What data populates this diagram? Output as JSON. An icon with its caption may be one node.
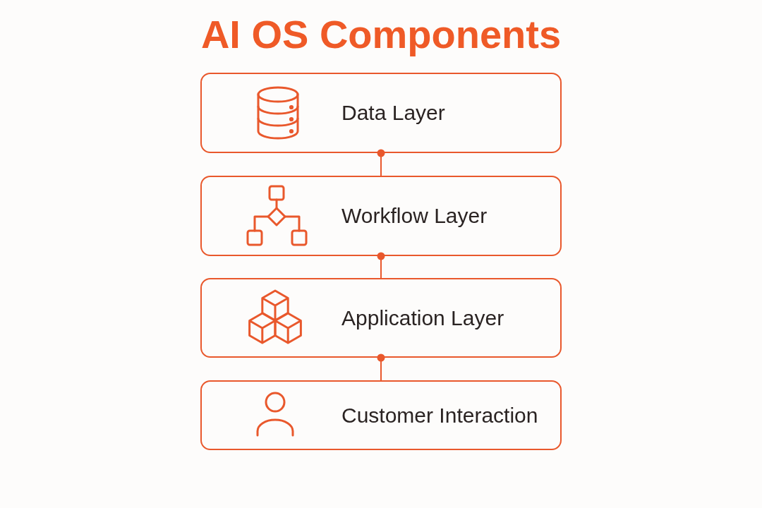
{
  "diagram": {
    "title": "AI OS Components",
    "nodes": [
      {
        "text": [
          "Data Layer"
        ]
      },
      {
        "text": [
          "Workflow Layer"
        ]
      },
      {
        "text": [
          "Application Layer"
        ]
      },
      {
        "text": [
          "Customer Interaction"
        ]
      }
    ],
    "edges": [
      {
        "from": 0,
        "to": 1,
        "arrow": "other"
      },
      {
        "from": 1,
        "to": 2,
        "arrow": "other"
      },
      {
        "from": 2,
        "to": 3,
        "arrow": "other"
      }
    ]
  }
}
